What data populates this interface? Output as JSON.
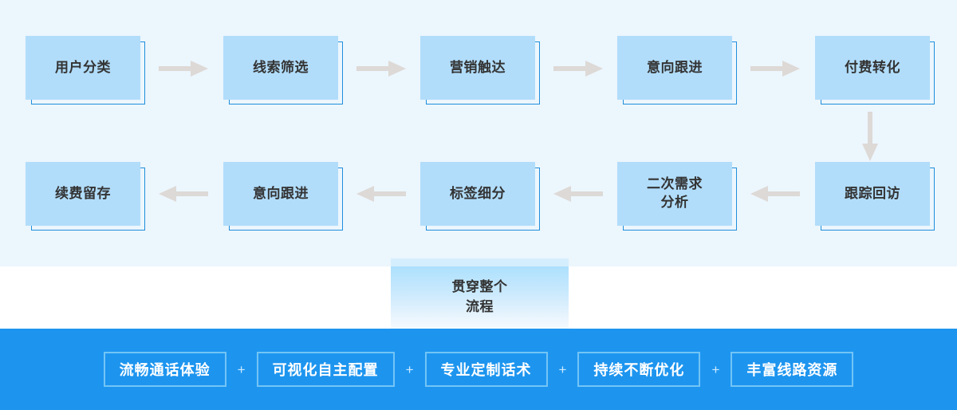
{
  "colors": {
    "flow_background": "#ecf6fd",
    "mid_band_background": "#ffffff",
    "feature_bar_background": "#1d95ef",
    "step_fill": "#b1ddfb",
    "step_outline": "#1f8fdc",
    "arrow": "#ddd9d6",
    "tag_border": "#73c4f6",
    "tag_text": "#ffffff",
    "step_text": "#333333",
    "span_gradient_top": "#ade0fd",
    "span_gradient_bottom": "#f4fafe"
  },
  "flow": {
    "row1": [
      {
        "label": "用户分类"
      },
      {
        "label": "线索筛选"
      },
      {
        "label": "营销触达"
      },
      {
        "label": "意向跟进"
      },
      {
        "label": "付费转化"
      }
    ],
    "row1_arrows": [
      {
        "direction": "right"
      },
      {
        "direction": "right"
      },
      {
        "direction": "right"
      },
      {
        "direction": "right"
      }
    ],
    "vertical_arrow": {
      "direction": "down"
    },
    "row2": [
      {
        "label": "续费留存"
      },
      {
        "label": "意向跟进"
      },
      {
        "label": "标签细分"
      },
      {
        "label": "二次需求\n分析"
      },
      {
        "label": "跟踪回访"
      }
    ],
    "row2_arrows": [
      {
        "direction": "left"
      },
      {
        "direction": "left"
      },
      {
        "direction": "left"
      },
      {
        "direction": "left"
      }
    ]
  },
  "span_box": {
    "label": "贯穿整个\n流程"
  },
  "feature_bar": {
    "separator": "+",
    "tags": [
      {
        "label": "流畅通话体验"
      },
      {
        "label": "可视化自主配置"
      },
      {
        "label": "专业定制话术"
      },
      {
        "label": "持续不断优化"
      },
      {
        "label": "丰富线路资源"
      }
    ]
  }
}
